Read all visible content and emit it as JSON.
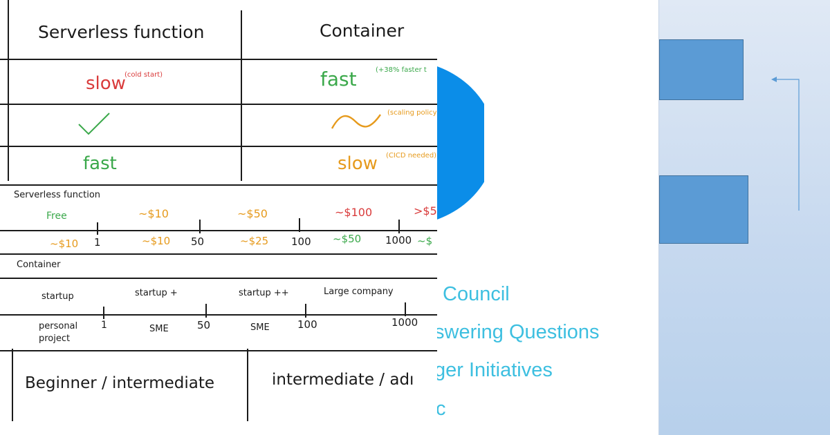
{
  "comparison": {
    "col1_header": "Serverless function",
    "col2_header": "Container",
    "rows": [
      {
        "left": "slow",
        "left_note": "(cold start)",
        "right": "fast",
        "right_note": "(+38% faster t"
      },
      {
        "left_icon": "checkmark-icon",
        "right_icon": "wave-icon",
        "right_note": "(scaling policy)"
      },
      {
        "left": "fast",
        "right": "slow",
        "right_note": "(CICD needed)"
      }
    ]
  },
  "cost_section": {
    "serverless_label": "Serverless function",
    "serverless_prices": [
      "Free",
      "~$10",
      "~$50",
      "~$100",
      ">$5("
    ],
    "container_prices": [
      "~$10",
      "~$10",
      "~$25",
      "~$50",
      "~$"
    ],
    "scale_ticks": [
      "1",
      "50",
      "100",
      "1000"
    ],
    "container_label": "Container"
  },
  "audience_section": {
    "tiers": [
      "startup",
      "startup +",
      "startup ++",
      "Large company"
    ],
    "ticks": [
      "1",
      "50",
      "100",
      "1000"
    ],
    "segments": [
      "personal project",
      "SME",
      "SME"
    ]
  },
  "skill_row": {
    "left": "Beginner / intermediate",
    "right": "intermediate / adı"
  },
  "slide_text": [
    "Council",
    "swering Questions",
    "ger Initiatives",
    "c"
  ],
  "colors": {
    "red": "#d93b3b",
    "green": "#3aa84a",
    "orange": "#e69a1c",
    "blue_circle": "#0b8de8",
    "slide_text": "#3dbfe0",
    "box_blue": "#5b9bd5"
  }
}
